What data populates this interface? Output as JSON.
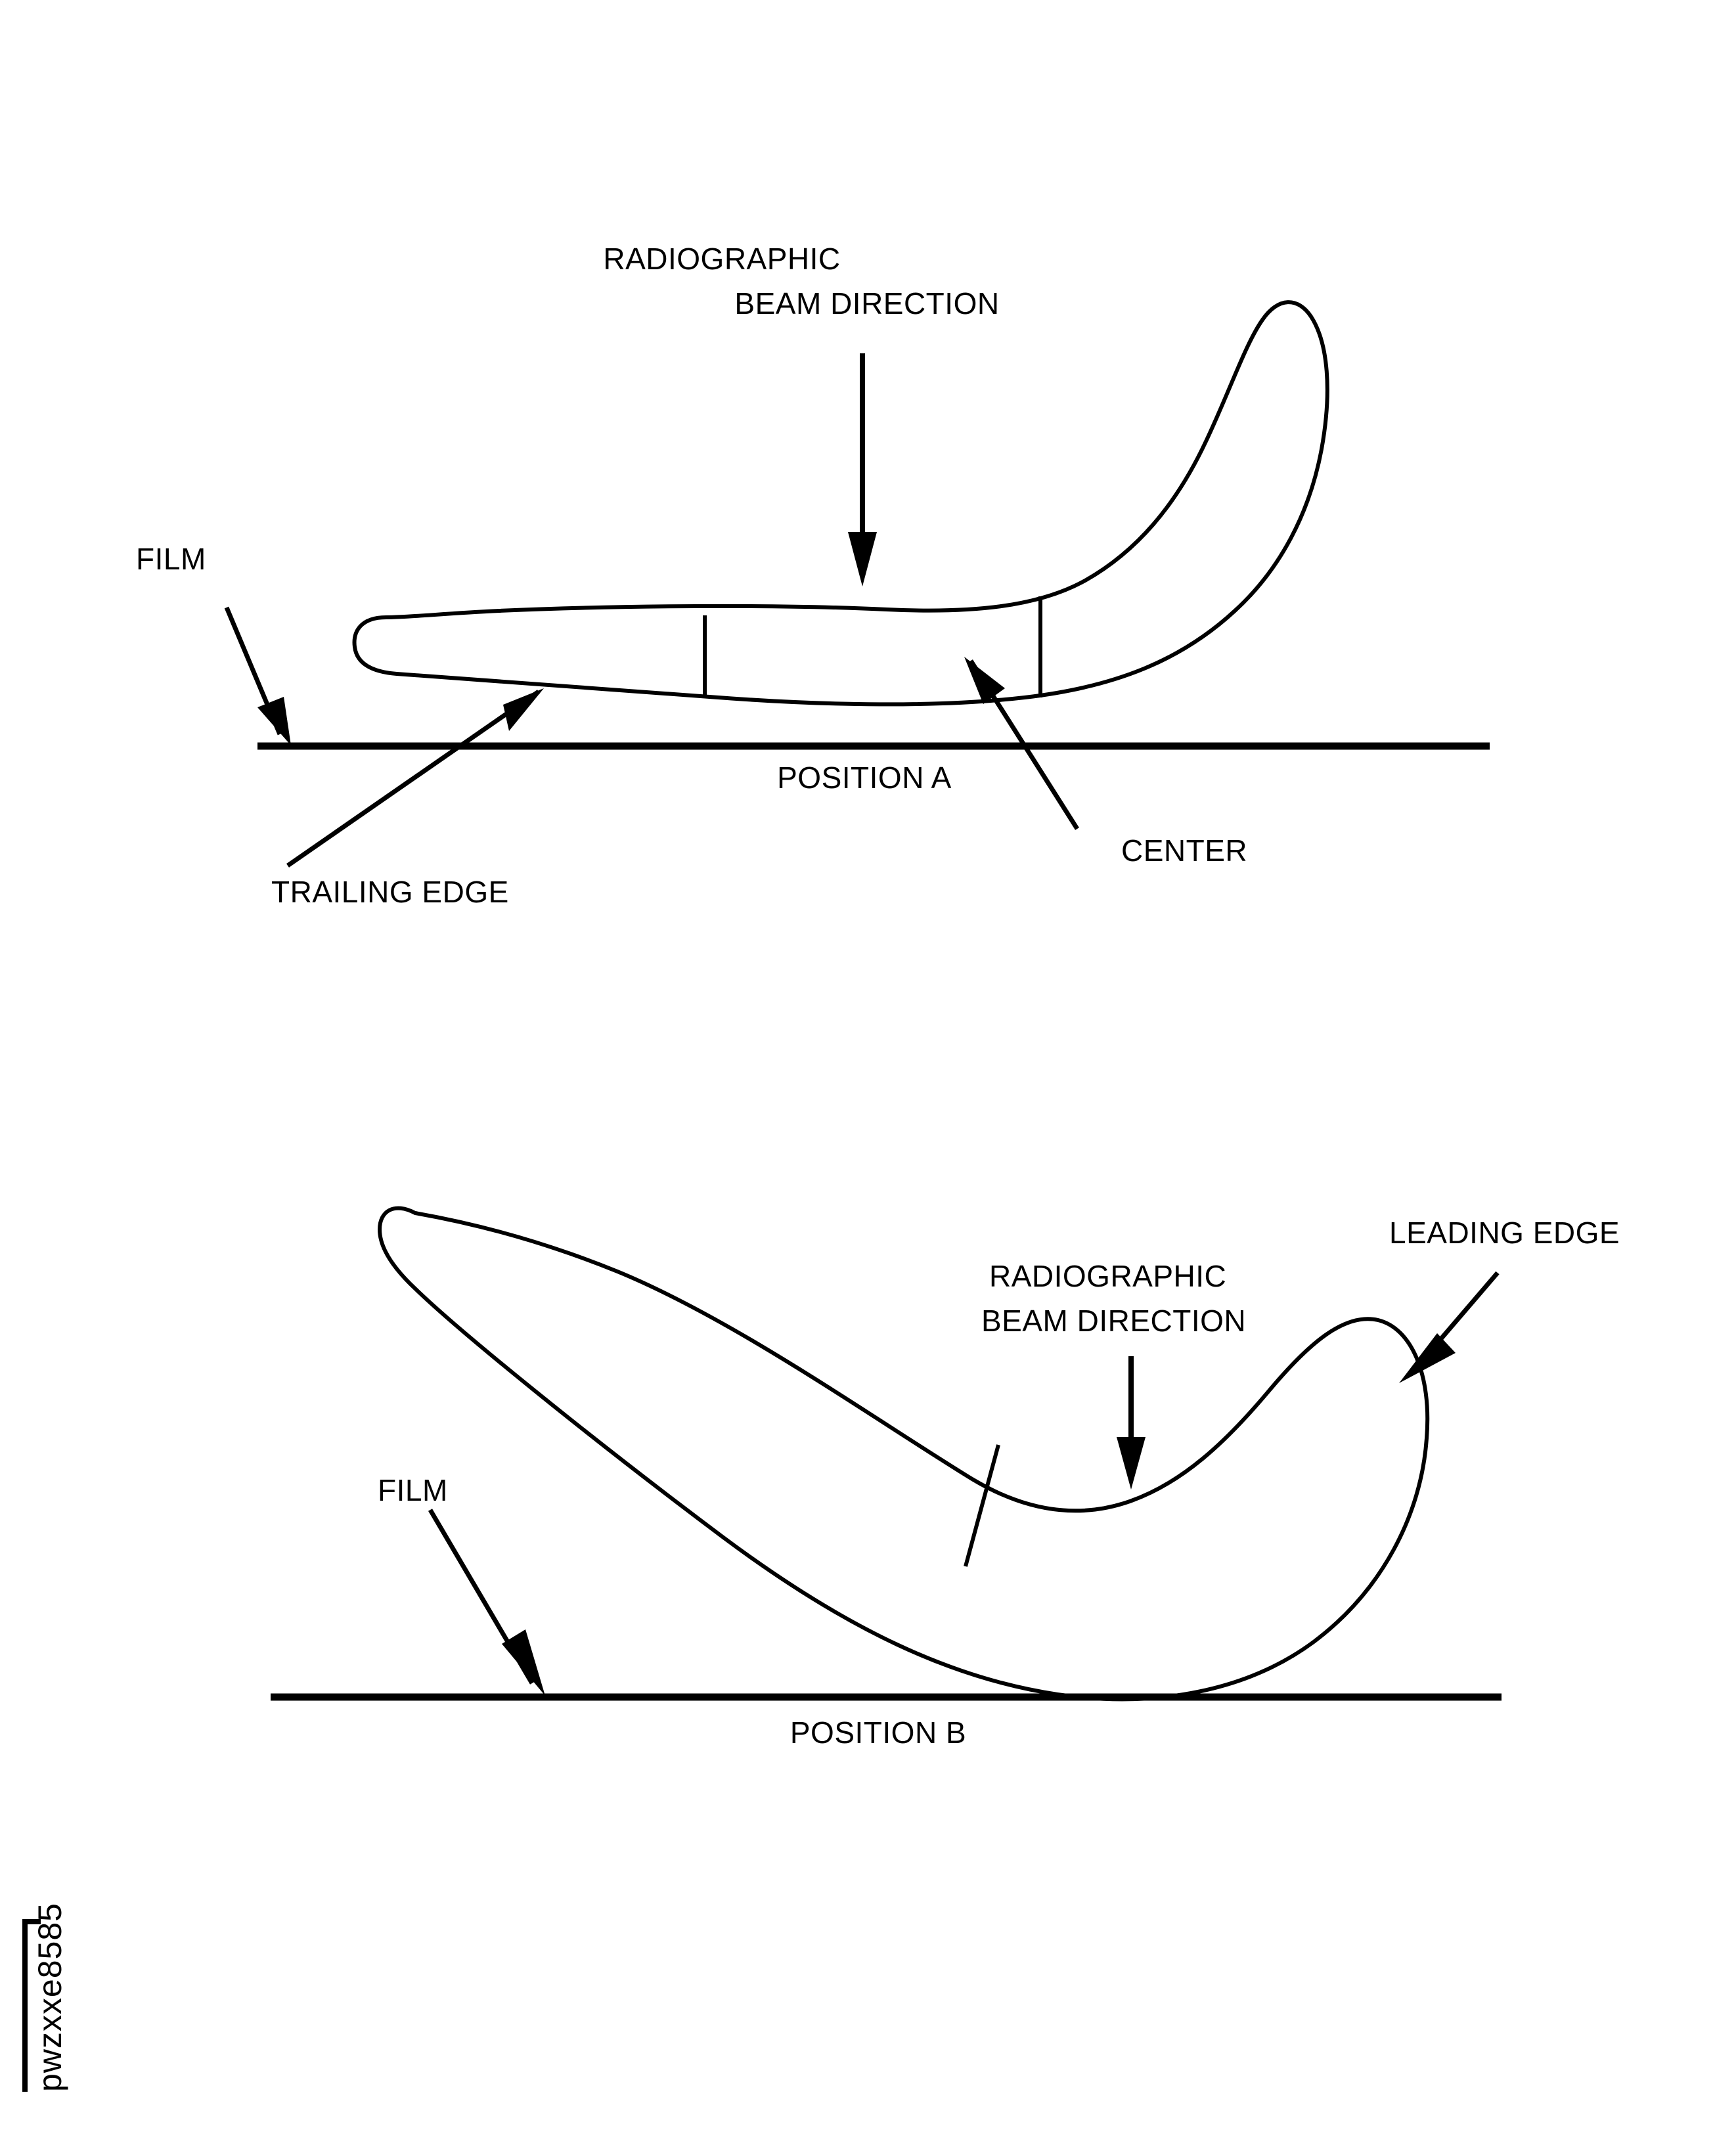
{
  "figure": {
    "background_color": "#ffffff",
    "line_color": "#000000",
    "document_id": "pwzxxe8585"
  },
  "diagrams": [
    {
      "name": "position-a",
      "caption": "POSITION A",
      "beam_label_line1": "RADIOGRAPHIC",
      "beam_label_line2": "BEAM DIRECTION",
      "film_label": "FILM",
      "callouts": [
        {
          "key": "trailing-edge",
          "label": "TRAILING EDGE"
        },
        {
          "key": "center",
          "label": "CENTER"
        }
      ]
    },
    {
      "name": "position-b",
      "caption": "POSITION B",
      "beam_label_line1": "RADIOGRAPHIC",
      "beam_label_line2": "BEAM DIRECTION",
      "film_label": "FILM",
      "callouts": [
        {
          "key": "leading-edge",
          "label": "LEADING EDGE"
        }
      ]
    }
  ]
}
